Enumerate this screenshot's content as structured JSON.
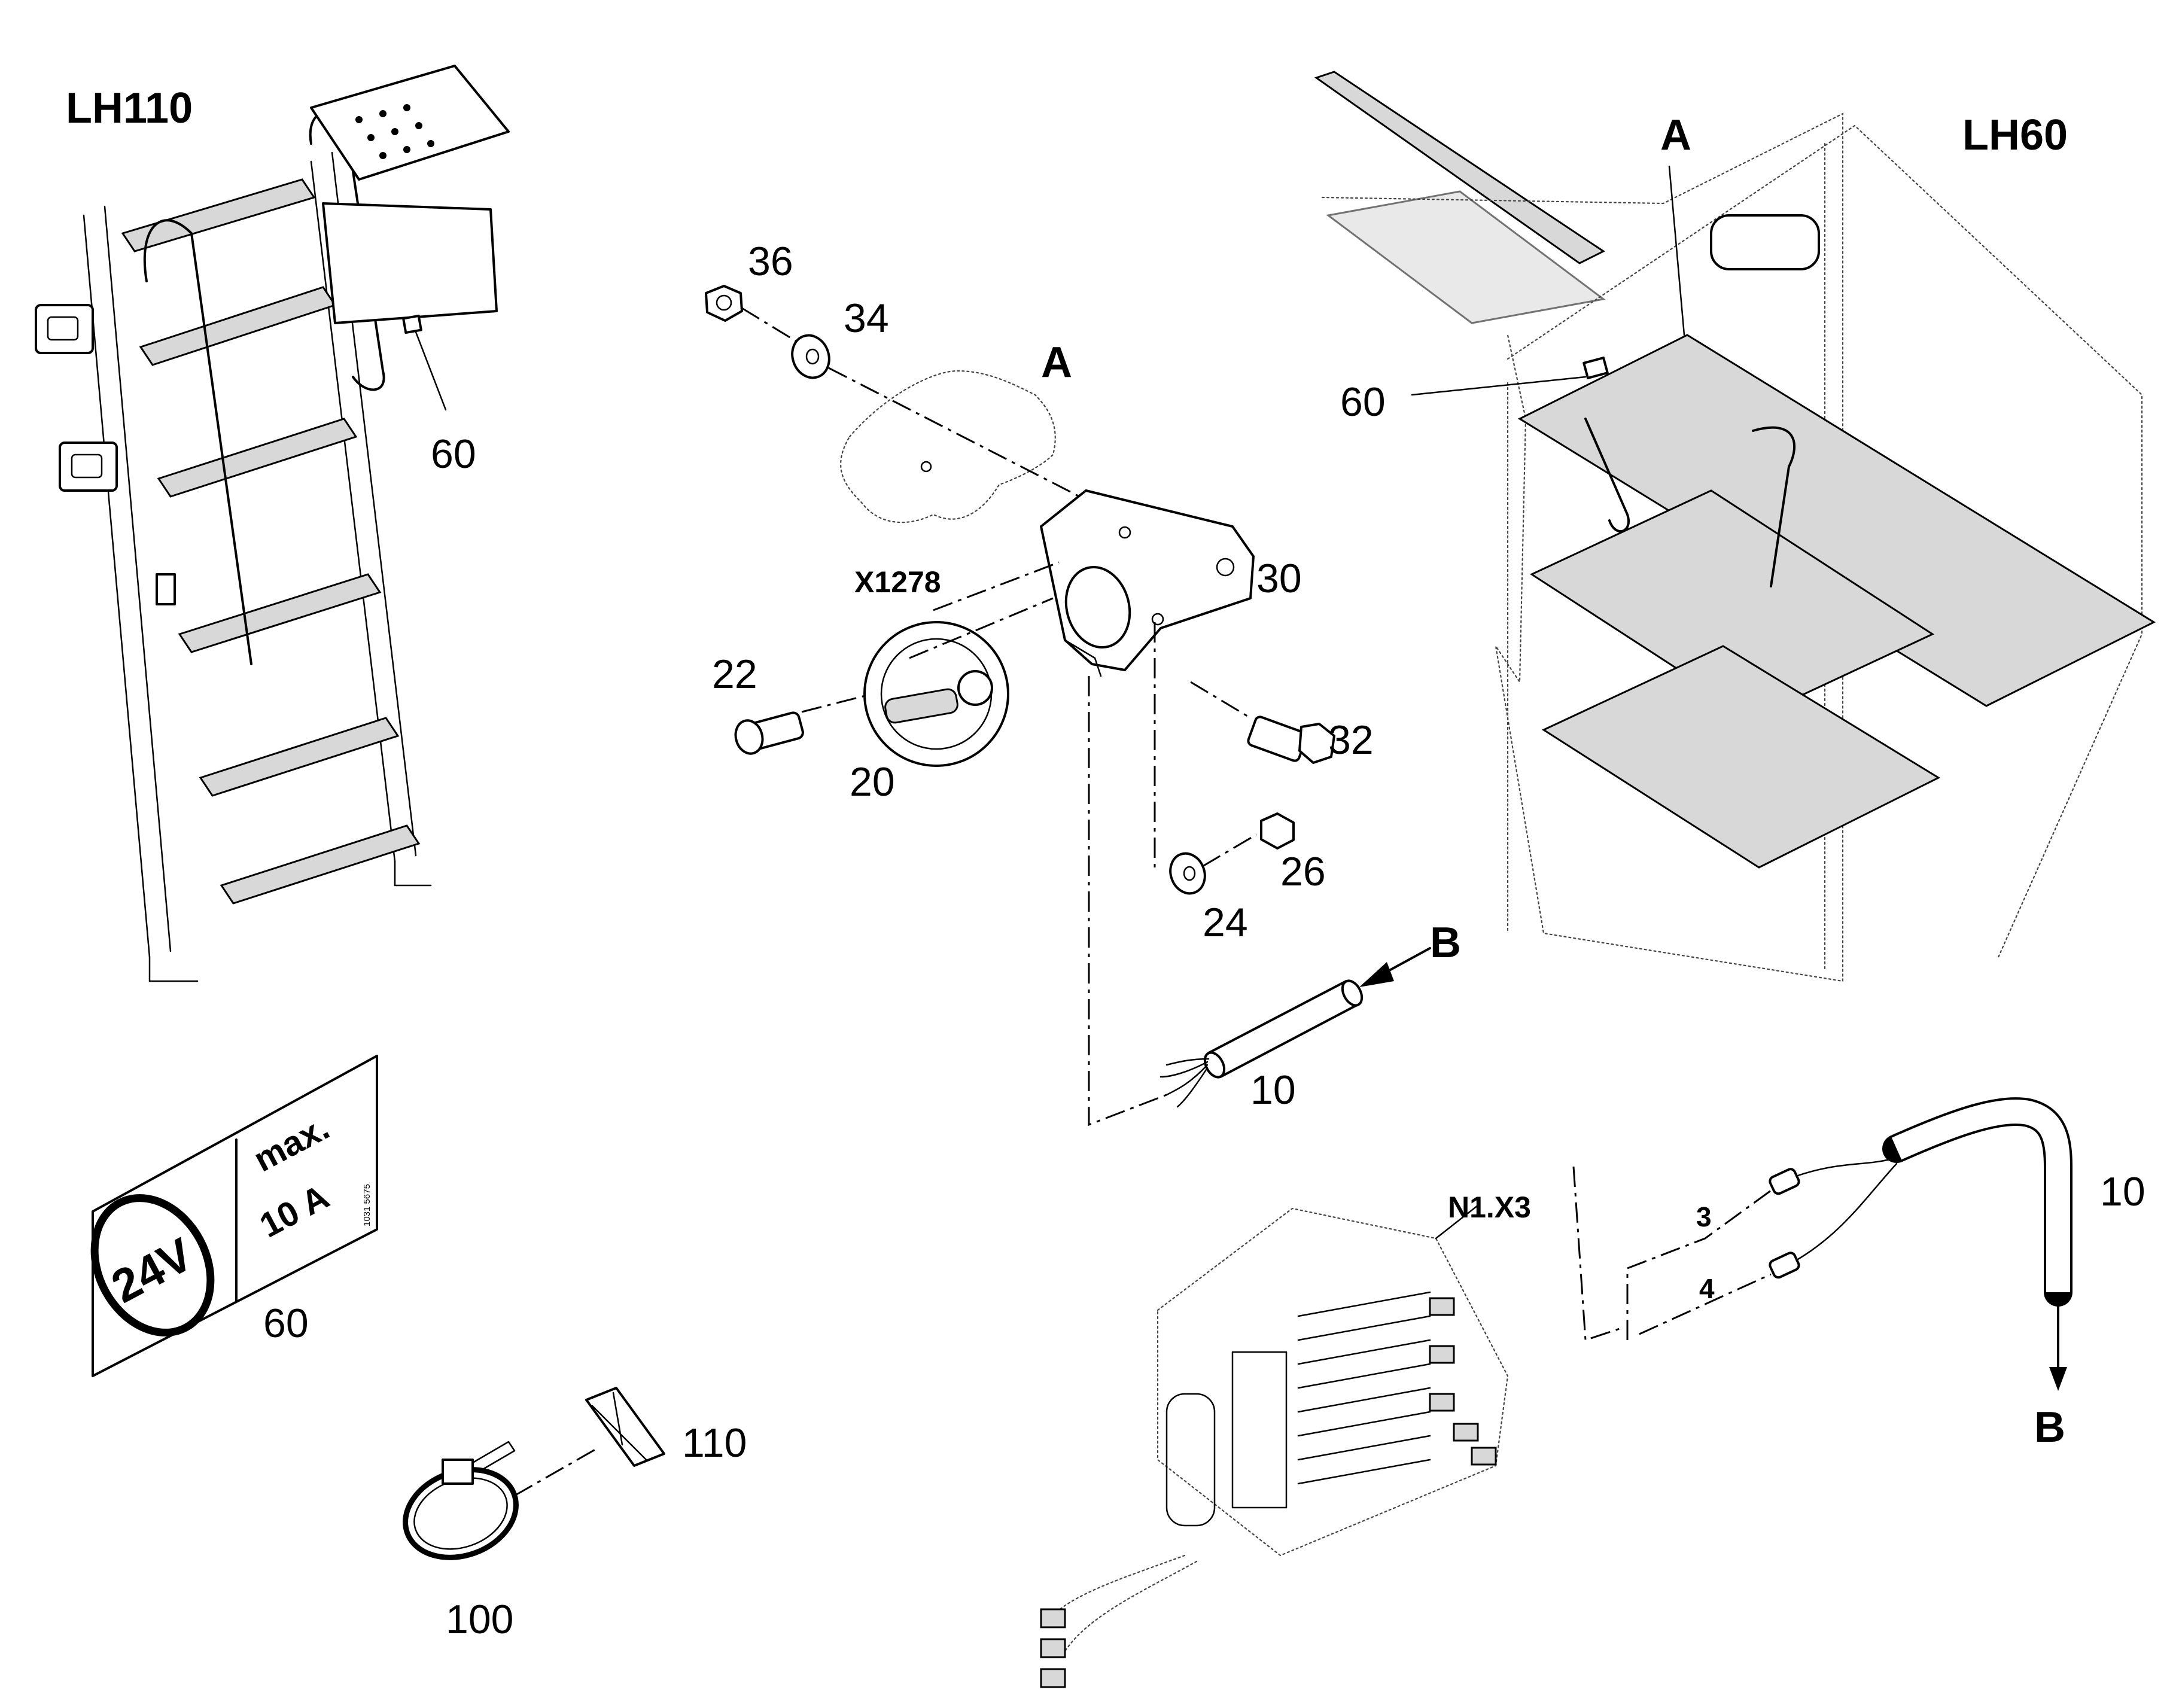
{
  "variants": {
    "left": "LH110",
    "right": "LH60"
  },
  "views": {
    "view_a": "A",
    "cable_end_b": "B"
  },
  "connectors": {
    "socket": "X1278",
    "control_unit": "N1.X3"
  },
  "wires": [
    "3",
    "4"
  ],
  "decal": {
    "voltage": "24V",
    "current_line1": "max.",
    "current_line2": "10 A",
    "code": "1031 5675"
  },
  "callouts": {
    "p10": "10",
    "p20": "20",
    "p22": "22",
    "p24": "24",
    "p26": "26",
    "p30": "30",
    "p32": "32",
    "p34": "34",
    "p36": "36",
    "p60": "60",
    "p100": "100",
    "p110": "110"
  }
}
